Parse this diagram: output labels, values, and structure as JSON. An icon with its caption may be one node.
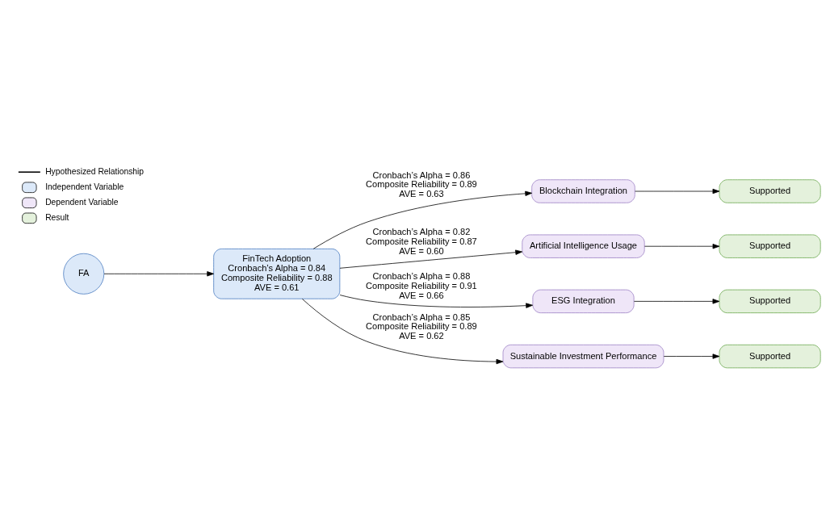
{
  "diagram": {
    "nodes": [
      {
        "text": [
          "FA"
        ]
      },
      {
        "text": [
          "FinTech Adoption",
          "Cronbach’s Alpha = 0.84",
          "Composite Reliability = 0.88",
          "AVE = 0.61"
        ]
      },
      {
        "text": [
          "Blockchain Integration"
        ]
      },
      {
        "text": [
          "Artificial Intelligence Usage"
        ]
      },
      {
        "text": [
          "ESG Integration"
        ]
      },
      {
        "text": [
          "Sustainable Investment Performance"
        ]
      },
      {
        "text": [
          "Supported"
        ]
      },
      {
        "text": [
          "Supported"
        ]
      },
      {
        "text": [
          "Supported"
        ]
      },
      {
        "text": [
          "Supported"
        ]
      }
    ],
    "edges": [
      {
        "from": 0,
        "to": 1,
        "arrow": "to"
      },
      {
        "from": 1,
        "to": 2,
        "arrow": "to",
        "label": "Cronbach’s Alpha = 0.86 Composite Reliability = 0.89 AVE = 0.63"
      },
      {
        "from": 1,
        "to": 3,
        "arrow": "to",
        "label": "Cronbach’s Alpha = 0.82 Composite Reliability = 0.87 AVE = 0.60"
      },
      {
        "from": 1,
        "to": 4,
        "arrow": "to",
        "label": "Cronbach’s Alpha = 0.88 Composite Reliability = 0.91 AVE = 0.66"
      },
      {
        "from": 1,
        "to": 5,
        "arrow": "to",
        "label": "Cronbach’s Alpha = 0.85 Composite Reliability = 0.89 AVE = 0.62"
      },
      {
        "from": 2,
        "to": 6,
        "arrow": "to"
      },
      {
        "from": 3,
        "to": 7,
        "arrow": "to"
      },
      {
        "from": 4,
        "to": 8,
        "arrow": "to"
      },
      {
        "from": 5,
        "to": 9,
        "arrow": "to"
      }
    ],
    "legend": [
      {
        "text": "Hypothesized Relationship"
      },
      {
        "text": "Independent Variable",
        "color": "#dce9f9"
      },
      {
        "text": "Dependent Variable",
        "color": "#efe6f8"
      },
      {
        "text": "Result",
        "color": "#e4f1dc"
      }
    ]
  }
}
